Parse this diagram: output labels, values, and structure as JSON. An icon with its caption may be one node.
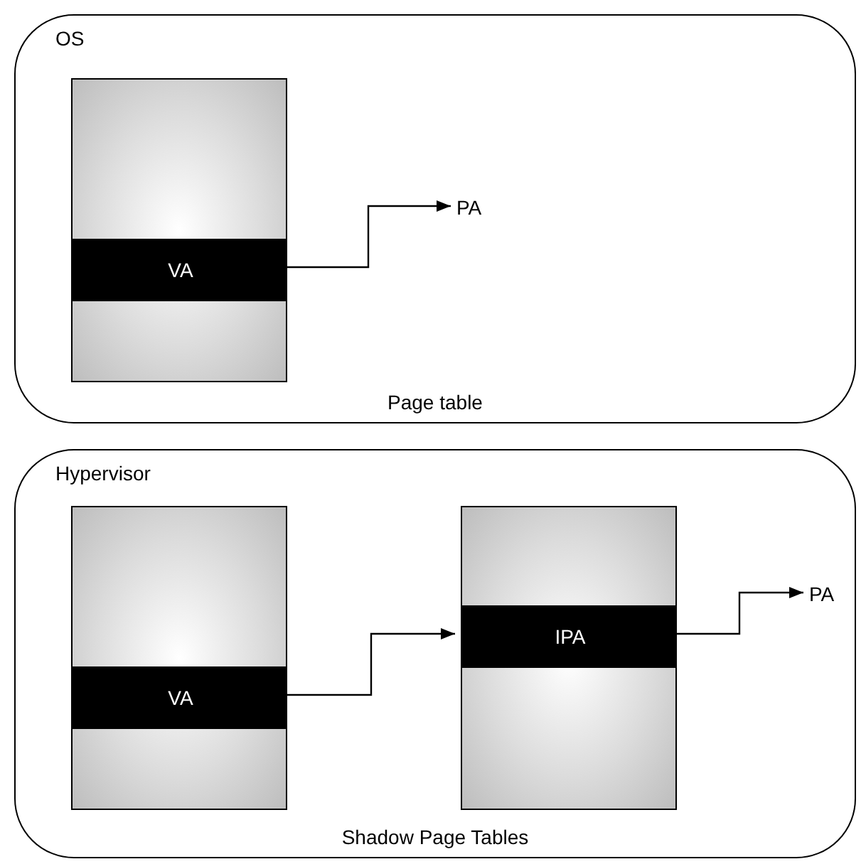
{
  "diagram": {
    "nodes": [
      {
        "text": [
          "OS",
          "Page table"
        ]
      },
      {
        "text": [],
        "shape": "box",
        "in": 0
      },
      {
        "text": [
          "VA"
        ],
        "in": 1
      },
      {
        "text": [
          "PA"
        ],
        "in": 0
      },
      {
        "text": [
          "Hypervisor",
          "Shadow Page Tables"
        ]
      },
      {
        "text": [],
        "shape": "box",
        "in": 4
      },
      {
        "text": [
          "VA"
        ],
        "in": 5
      },
      {
        "text": [],
        "shape": "box",
        "in": 4
      },
      {
        "text": [
          "IPA"
        ],
        "in": 7
      },
      {
        "text": [
          "PA"
        ],
        "in": 4
      }
    ],
    "edges": [
      {
        "from": 2,
        "to": 3,
        "arrow": "to"
      },
      {
        "from": 6,
        "to": 8,
        "arrow": "to"
      },
      {
        "from": 8,
        "to": 9,
        "arrow": "to"
      }
    ]
  }
}
